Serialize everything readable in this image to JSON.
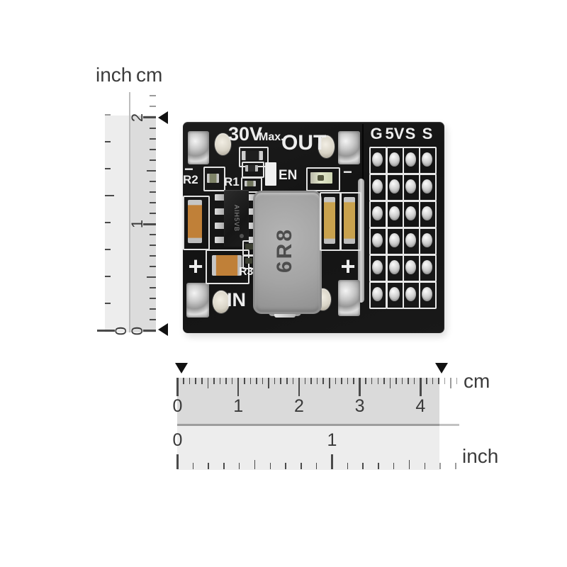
{
  "pcb": {
    "silkscreen": {
      "voltage_rating": "30V",
      "max_label": "Max.",
      "out_label": "OUT",
      "enable_label": "EN",
      "in_label": "IN",
      "r1_label": "R1",
      "r2_label": "R2",
      "r3_label": "R3",
      "plus_sign": "+",
      "minus_sign": "−",
      "pin_labels": [
        "G",
        "5V",
        "S",
        "S"
      ]
    },
    "markings": {
      "inductor": "6R8",
      "ic": "AIH5VB"
    },
    "pad_grid": {
      "columns": 4,
      "rows": 6
    }
  },
  "vertical_ruler": {
    "inch_label": "inch",
    "cm_label": "cm",
    "cm_numbers": [
      {
        "text": "2",
        "value": 2
      },
      {
        "text": "1",
        "value": 1
      },
      {
        "text": "0",
        "value": 0
      }
    ],
    "inch_numbers": [
      {
        "text": "0",
        "value": 0
      }
    ],
    "cm_range": [
      0,
      2.2
    ],
    "inch_range": [
      0,
      0.8
    ],
    "marker_positions_cm": [
      0,
      2
    ]
  },
  "horizontal_ruler": {
    "cm_label": "cm",
    "inch_label": "inch",
    "cm_numbers": [
      {
        "text": "0",
        "value": 0
      },
      {
        "text": "1",
        "value": 1
      },
      {
        "text": "2",
        "value": 2
      },
      {
        "text": "3",
        "value": 3
      },
      {
        "text": "4",
        "value": 4
      }
    ],
    "inch_numbers": [
      {
        "text": "0",
        "value": 0
      },
      {
        "text": "1",
        "value": 1
      }
    ],
    "cm_range": [
      0,
      4.6
    ],
    "inch_range": [
      0,
      1.8
    ],
    "marker_positions_cm": [
      0,
      4.3
    ]
  },
  "colors": {
    "board": "#161616",
    "silkscreen": "#ededed",
    "inductor_body": "#a6a6a6",
    "inductor_text": "#4d4d4d",
    "gold_capacitor": "#c9a24e",
    "orange_capacitor": "#c08038",
    "led_body": "#dde0c8",
    "ruler_band_cm": "#dadada",
    "ruler_band_inch": "#ededed",
    "tick": "#4a4a4a",
    "marker": "#111111"
  }
}
